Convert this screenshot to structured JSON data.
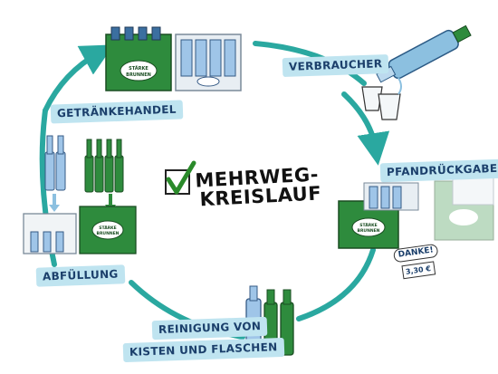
{
  "title": {
    "line1": "MEHRWEG-",
    "line2": "KREISLAUF"
  },
  "steps": {
    "consumer": "VERBRAUCHER",
    "deposit_return": "PFANDRÜCKGABE",
    "cleaning_line1": "REINIGUNG VON",
    "cleaning_line2": "KISTEN UND FLASCHEN",
    "filling": "ABFÜLLUNG",
    "retail": "GETRÄNKEHANDEL"
  },
  "receipt": {
    "thanks": "DANKE!",
    "amount": "3,30 €"
  },
  "crate_brand": {
    "line1": "STÄRKE",
    "line2": "BRUNNEN"
  },
  "colors": {
    "arrow": "#2aa8a0",
    "crate_green": "#2e8b3d",
    "label_bg": "#bfe4f0",
    "label_text": "#1b3f6b",
    "check": "#2a8a2a"
  }
}
